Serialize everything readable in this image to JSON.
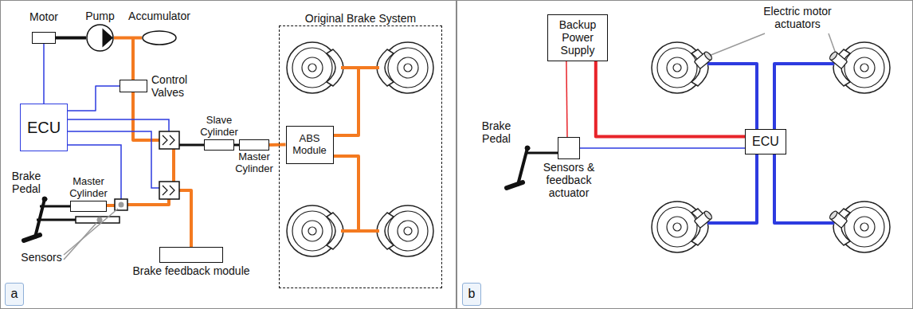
{
  "diagram": {
    "nodes": [
      {
        "text": [
          "Motor"
        ]
      },
      {
        "text": [
          "Pump"
        ]
      },
      {
        "text": [
          "Accumulator"
        ]
      },
      {
        "text": [
          "Control Valves"
        ]
      },
      {
        "text": [
          "ECU"
        ]
      },
      {
        "text": [
          "Slave Cylinder"
        ]
      },
      {
        "text": [
          "Master Cylinder"
        ]
      },
      {
        "text": [
          "Original Brake System"
        ]
      },
      {
        "text": [
          "ABS Module"
        ],
        "in": 7
      },
      {
        "text": [
          "Master Cylinder"
        ]
      },
      {
        "text": [
          "Brake feedback module"
        ]
      },
      {
        "text": [
          "a"
        ]
      },
      {
        "text": [
          "Backup Power Supply"
        ]
      },
      {
        "text": [
          "Sensors & feedback actuator"
        ]
      },
      {
        "text": [
          "ECU"
        ]
      },
      {
        "text": [
          "b"
        ]
      }
    ],
    "edges": [
      {
        "from": 0,
        "to": 4,
        "arrow": "none"
      },
      {
        "from": 0,
        "to": 1,
        "arrow": "none"
      },
      {
        "from": 1,
        "to": 2,
        "arrow": "none"
      },
      {
        "from": 4,
        "to": 3,
        "arrow": "none"
      },
      {
        "from": 5,
        "to": 6,
        "arrow": "none"
      },
      {
        "from": 6,
        "to": 8,
        "arrow": "none"
      },
      {
        "from": 12,
        "to": 14,
        "arrow": "none"
      },
      {
        "from": 13,
        "to": 14,
        "arrow": "none"
      },
      {
        "from": 12,
        "to": 13,
        "arrow": "none"
      }
    ],
    "labels": [
      "Brake Pedal",
      "Sensors",
      "Brake Pedal",
      "Electric motor actuators"
    ]
  }
}
